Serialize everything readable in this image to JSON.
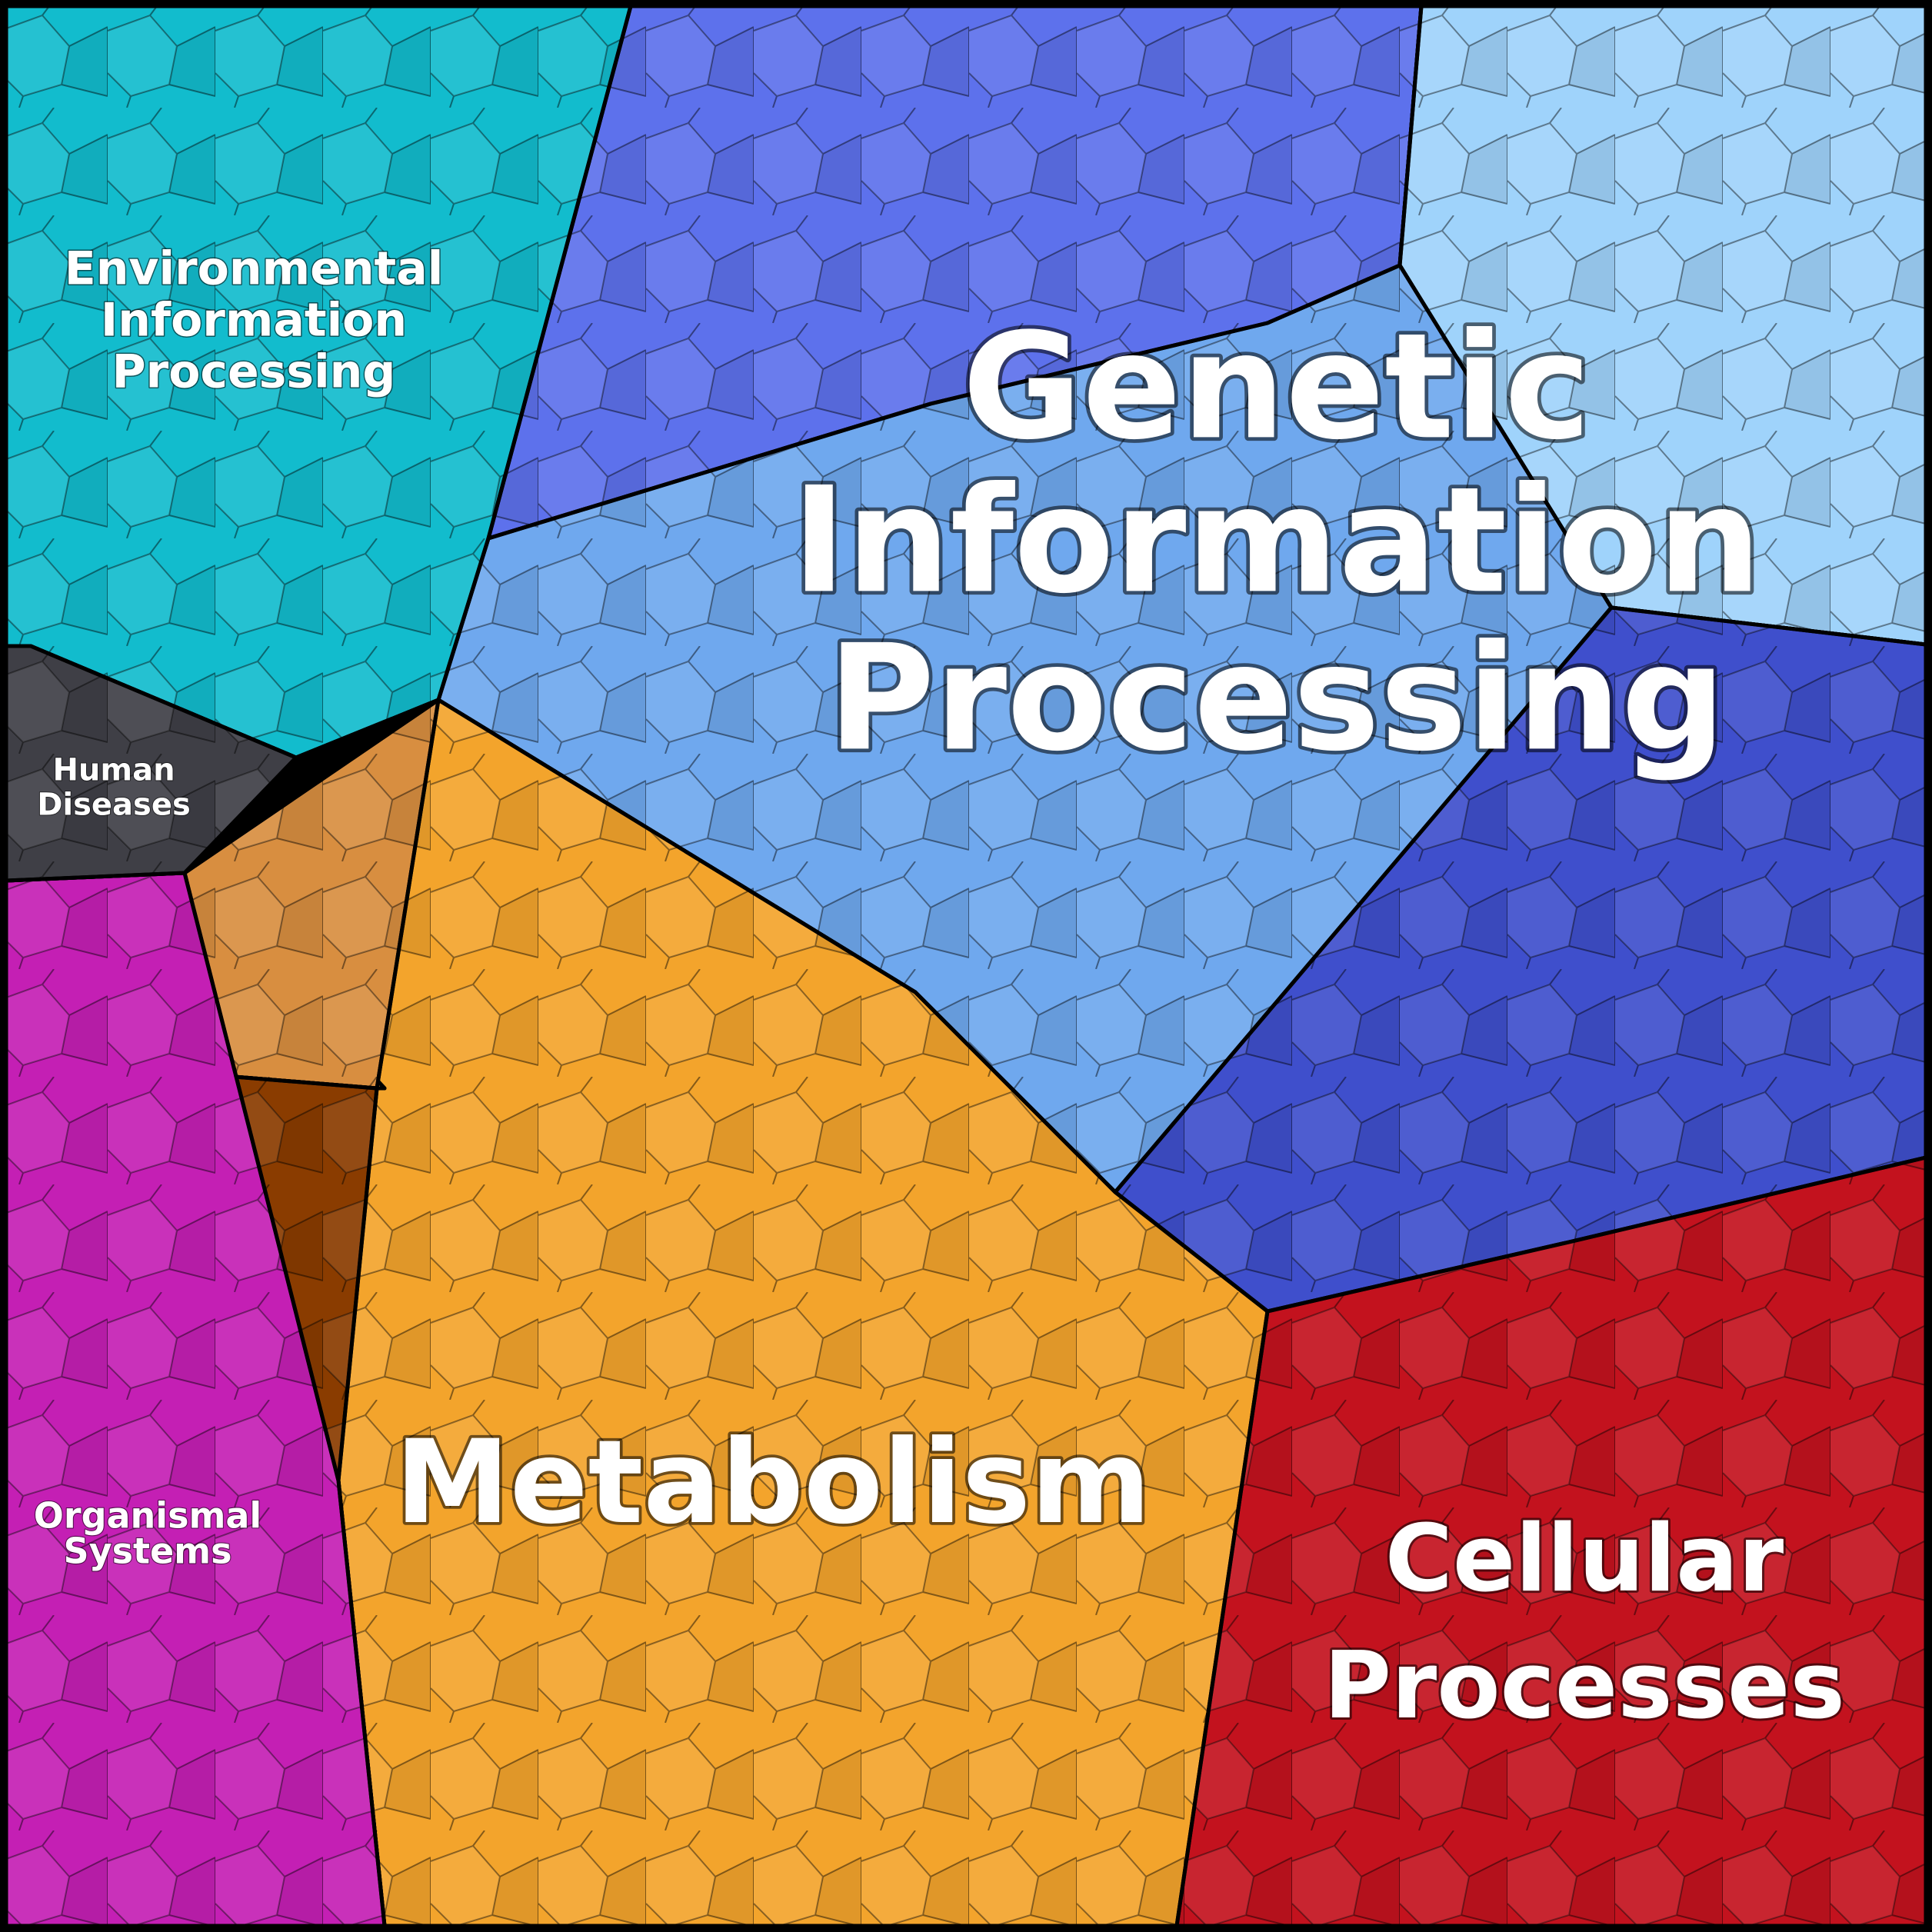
{
  "title": "",
  "chart_data": {
    "type": "voronoi-treemap",
    "categories": [
      {
        "id": "genetic",
        "lines": [
          "Genetic",
          "Information",
          "Processing"
        ],
        "color": "#5b8fe8"
      },
      {
        "id": "metabolism",
        "lines": [
          "Metabolism"
        ],
        "color": "#f0a020"
      },
      {
        "id": "cellular",
        "lines": [
          "Cellular",
          "Processes"
        ],
        "color": "#c0101e"
      },
      {
        "id": "environmental",
        "lines": [
          "Environmental",
          "Information",
          "Processing"
        ],
        "color": "#10c0d0"
      },
      {
        "id": "organismal",
        "lines": [
          "Organismal",
          "Systems"
        ],
        "color": "#c020b0"
      },
      {
        "id": "human",
        "lines": [
          "Human",
          "Diseases"
        ],
        "color": "#404040"
      }
    ]
  }
}
